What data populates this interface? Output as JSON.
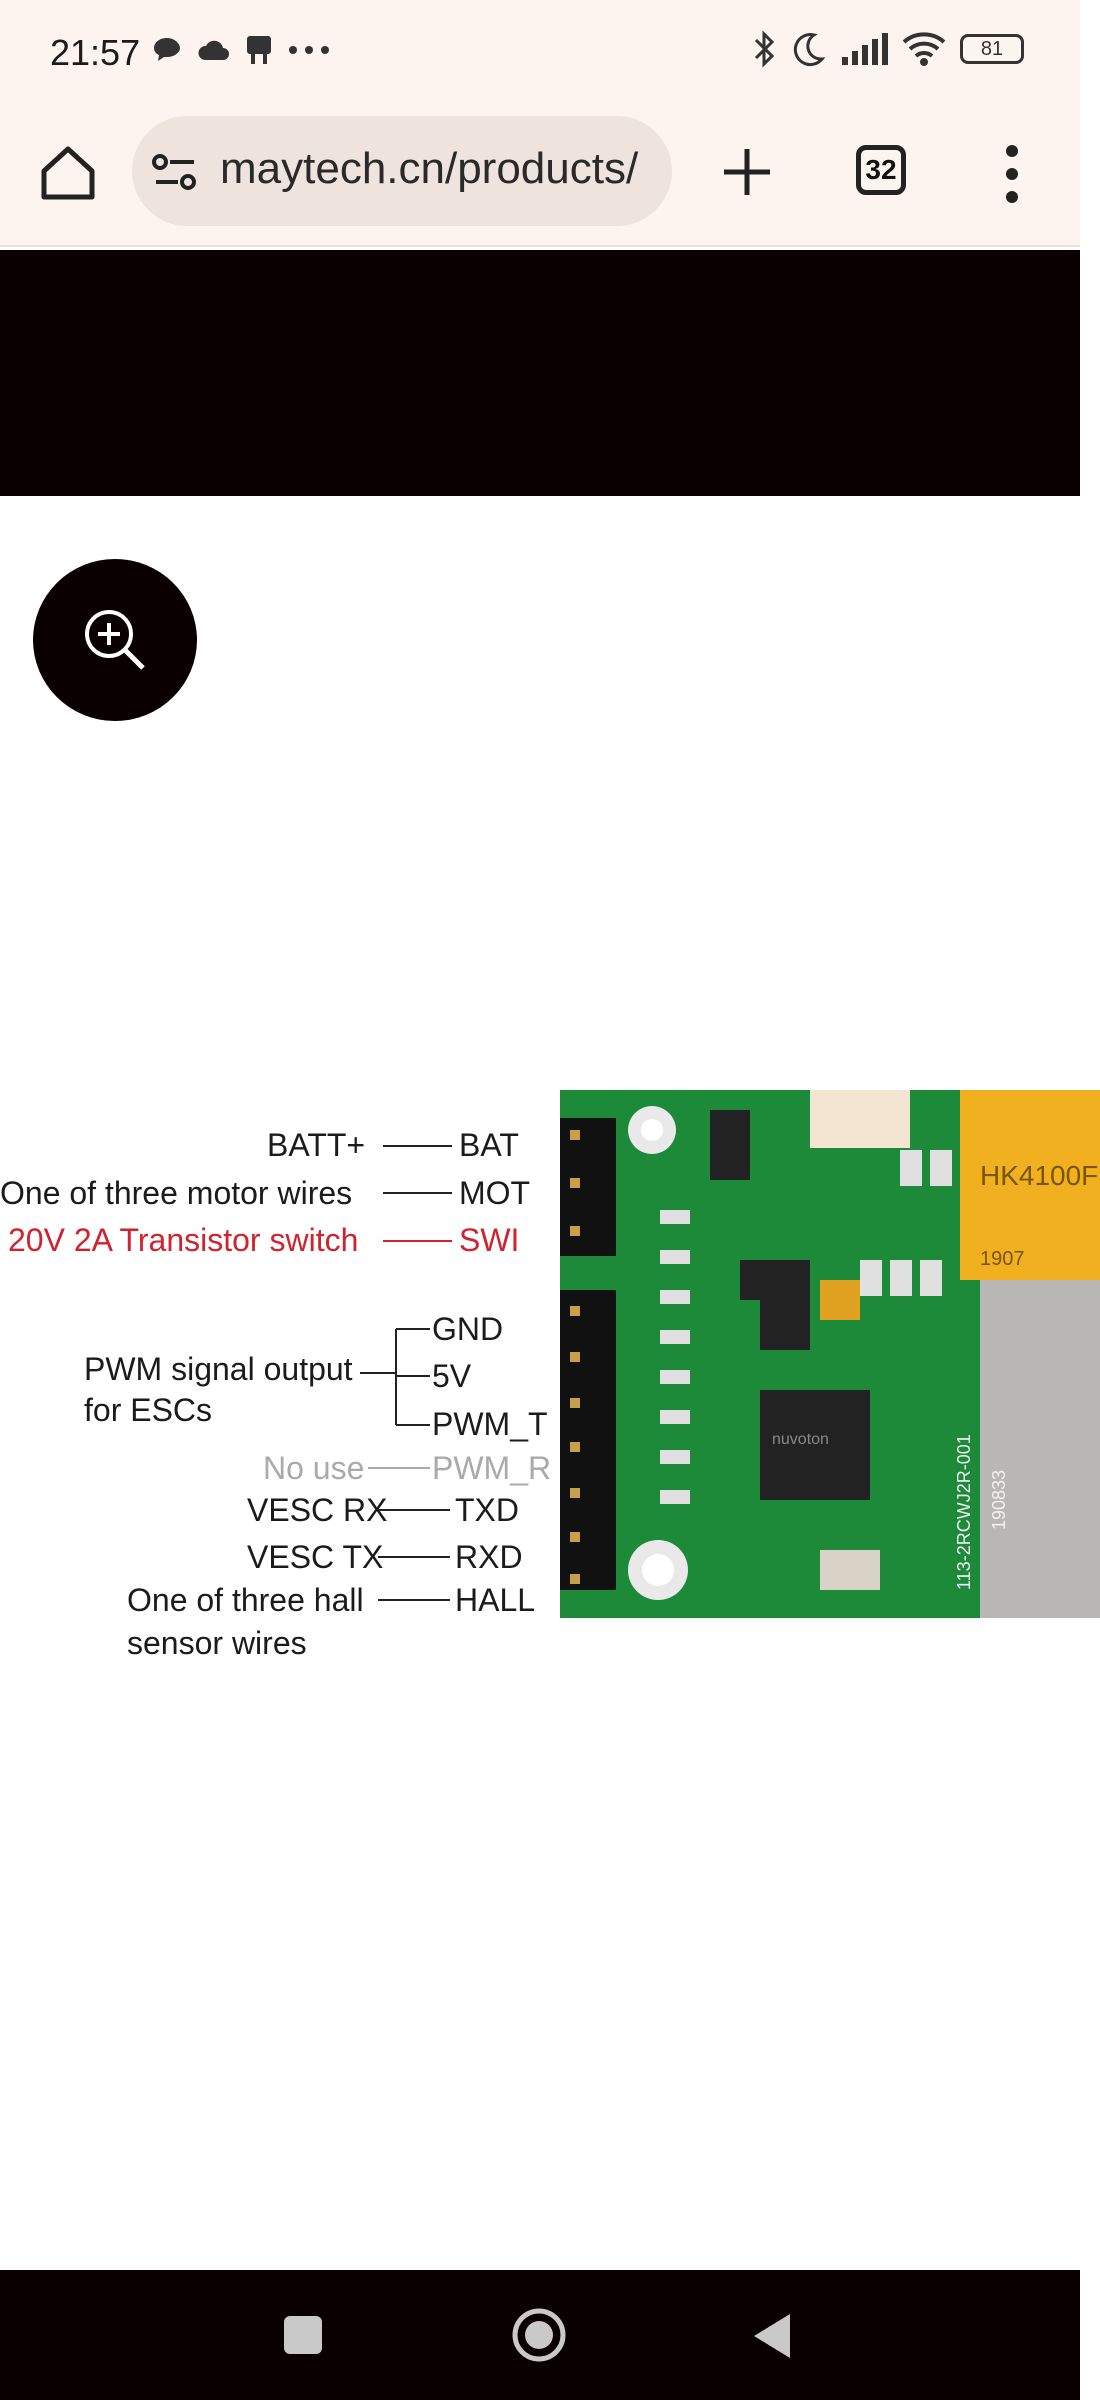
{
  "status_bar": {
    "time": "21:57",
    "battery": "81",
    "left_icons": [
      "chat-bubble-icon",
      "cloud-icon",
      "flag-icon",
      "more-dots-icon"
    ],
    "right_icons": [
      "bluetooth-icon",
      "dnd-moon-icon",
      "signal-icon",
      "wifi-icon",
      "battery-icon"
    ]
  },
  "browser": {
    "url": "maytech.cn/products/",
    "tab_count": "32"
  },
  "product_image": {
    "labels": {
      "batt_plus": "BATT+",
      "bat": "BAT",
      "motor_wires": "One of three motor wires",
      "mot": "MOT",
      "transistor": "20V 2A Transistor switch",
      "swi": "SWI",
      "pwm_output": "PWM signal output",
      "for_escs": "for ESCs",
      "gnd": "GND",
      "v5": "5V",
      "pwm_t": "PWM_T",
      "no_use": "No use",
      "pwm_r": "PWM_R",
      "vesc_rx": "VESC RX",
      "txd": "TXD",
      "vesc_tx": "VESC TX",
      "rxd": "RXD",
      "hall_sensor": "One of three hall",
      "sensor_wires": "sensor wires",
      "hall": "HALL"
    },
    "board_text": {
      "relay_brand": "HK4100F",
      "relay_year": "1907",
      "chip": "nuvoton",
      "pcb_code": "113-2RCWJ2R-001",
      "pcb_date": "190833"
    },
    "colors": {
      "highlight": "#d1222d",
      "muted": "#aaaaaa",
      "pcb": "#1d8a3a"
    }
  }
}
